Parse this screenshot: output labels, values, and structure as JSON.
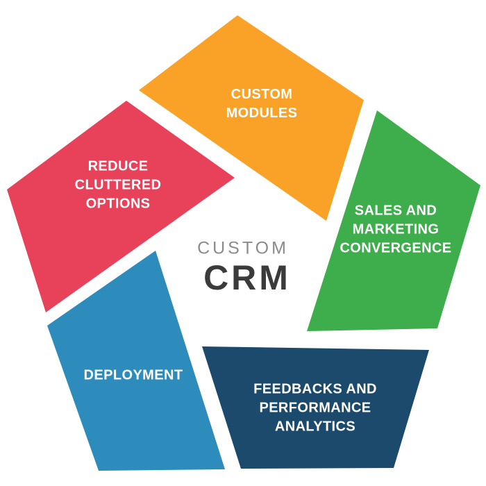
{
  "center": {
    "subtitle": "CUSTOM",
    "title": "CRM",
    "subtitle_color": "#8B8B8B",
    "title_color": "#3B3B3B"
  },
  "segments": [
    {
      "name": "custom-modules",
      "label": "CUSTOM\nMODULES",
      "color": "#F9A227",
      "text_color": "#FFFFFF"
    },
    {
      "name": "sales-and-marketing-convergence",
      "label": "SALES AND\nMARKETING\nCONVERGENCE",
      "color": "#3EAD4C",
      "text_color": "#FFFFFF"
    },
    {
      "name": "feedbacks-and-performance-analytics",
      "label": "FEEDBACKS AND\nPERFORMANCE\nANALYTICS",
      "color": "#1B4A6C",
      "text_color": "#FFFFFF"
    },
    {
      "name": "deployment",
      "label": "DEPLOYMENT",
      "color": "#2D8CBB",
      "text_color": "#FFFFFF"
    },
    {
      "name": "reduce-cluttered-options",
      "label": "REDUCE\nCLUTTERED\nOPTIONS",
      "color": "#E8415A",
      "text_color": "#FFFFFF"
    }
  ],
  "background_color": "#FFFFFF"
}
